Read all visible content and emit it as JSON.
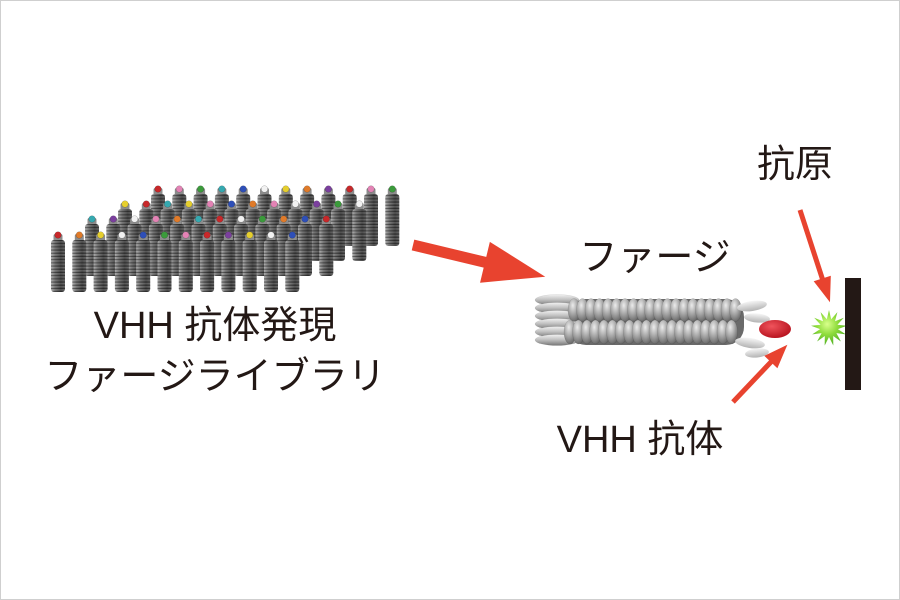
{
  "library": {
    "label_line1": "VHH 抗体発現",
    "label_line2": "ファージライブラリ",
    "tip_colors": [
      "#c8282a",
      "#3b9b3b",
      "#2e4fb8",
      "#e6cf2e",
      "#7b3f9e",
      "#e383b5",
      "#35a9b0",
      "#f2f2f2",
      "#e07b2a"
    ]
  },
  "phage": {
    "label": "ファージ"
  },
  "antigen": {
    "label": "抗原"
  },
  "vhh_antibody": {
    "label": "VHH 抗体"
  },
  "colors": {
    "text": "#231815",
    "arrow": "#e8432f",
    "antibody": "#b5101c",
    "antigen": "#45a81f",
    "surface": "#231815",
    "border": "#cfcfcf",
    "background": "#ffffff"
  }
}
